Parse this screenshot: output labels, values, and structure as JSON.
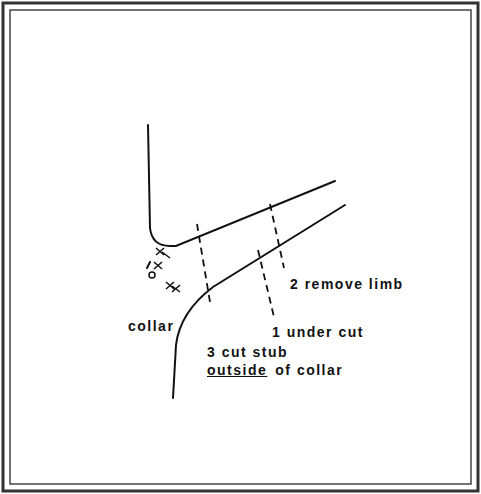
{
  "diagram": {
    "labels": [
      "2 remove limb",
      "collar",
      "1 under cut",
      "3 cut stub",
      "outside",
      "of collar"
    ]
  }
}
